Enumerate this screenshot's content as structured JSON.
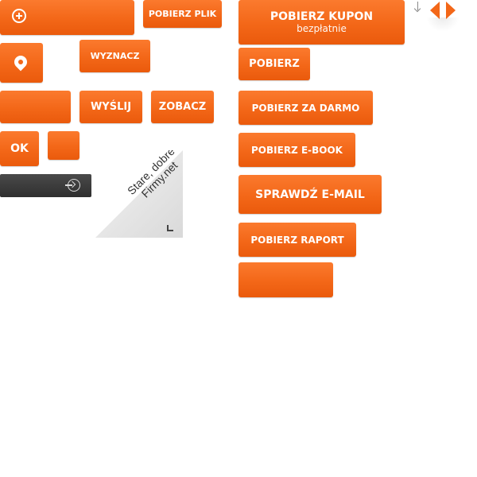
{
  "buttons": {
    "pobierz_plik": "POBIERZ PLIK",
    "wyznacz": "WYZNACZ",
    "wyslij": "WYŚLIJ",
    "zobacz": "ZOBACZ",
    "ok": "OK",
    "pobierz_kupon": "POBIERZ KUPON",
    "pobierz_kupon_sub": "bezpłatnie",
    "pobierz": "POBIERZ",
    "pobierz_za_darmo": "POBIERZ ZA DARMO",
    "pobierz_ebook": "POBIERZ E-BOOK",
    "sprawdz_email": "SPRAWDŹ E-MAIL",
    "pobierz_raport": "POBIERZ RAPORT"
  },
  "badge": {
    "line1": "Stare, dobre",
    "line2": "Firmy.net"
  },
  "colors": {
    "accent": "#f36718",
    "dark": "#333333",
    "stamp": "#e0e0e0"
  },
  "icons": {
    "add": "plus-circle-icon",
    "location": "location-pin-icon",
    "login": "login-icon",
    "download": "download-arrow-icon",
    "prev": "arrow-left-icon",
    "next": "arrow-right-icon"
  }
}
